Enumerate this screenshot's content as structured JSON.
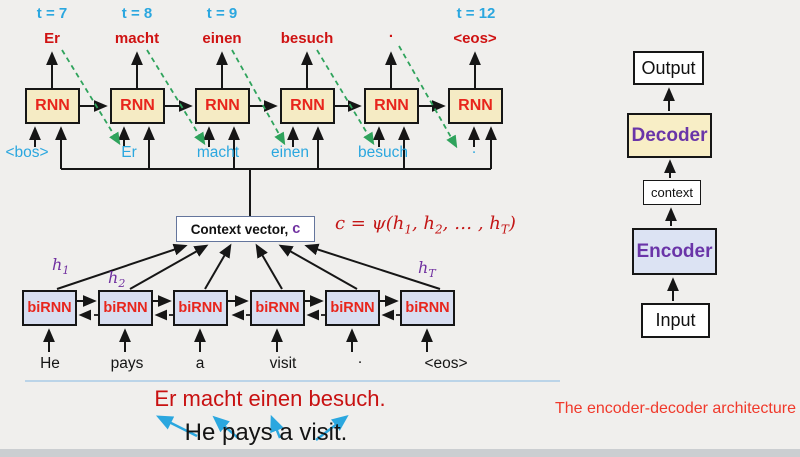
{
  "colors": {
    "background": "#f0efed",
    "blue_accent": "#2ba7df",
    "red_text": "#cf1212",
    "rnn_red": "#e8251c",
    "purple": "#7030a0",
    "green_dashed": "#2fa35c",
    "rnn_fill": "#f5ebc4",
    "birnn_fill": "#d8def0",
    "caption_red": "#f0392b"
  },
  "decoder": {
    "cells": [
      {
        "t": "t = 7",
        "output": "Er",
        "box": "RNN",
        "input": "<bos>"
      },
      {
        "t": "t = 8",
        "output": "macht",
        "box": "RNN",
        "input": "Er"
      },
      {
        "t": "t = 9",
        "output": "einen",
        "box": "RNN",
        "input": "macht"
      },
      {
        "t": "",
        "output": "besuch",
        "box": "RNN",
        "input": "einen"
      },
      {
        "t": "",
        "output": ".",
        "box": "RNN",
        "input": "besuch"
      },
      {
        "t": "t = 12",
        "output": "<eos>",
        "box": "RNN",
        "input": "."
      }
    ]
  },
  "context": {
    "label": "Context vector,",
    "symbol": "c",
    "formula": {
      "p1": "c = ψ(h",
      "s1": "1",
      "p2": ", h",
      "s2": "2",
      "p3": ", … , h",
      "s3": "T",
      "p4": ")"
    }
  },
  "encoder": {
    "hidden_labels": [
      {
        "base": "h",
        "sub": "1"
      },
      {
        "base": "h",
        "sub": "2"
      },
      {
        "base": "h",
        "sub": "T"
      }
    ],
    "cells": [
      {
        "box": "biRNN",
        "input": "He"
      },
      {
        "box": "biRNN",
        "input": "pays"
      },
      {
        "box": "biRNN",
        "input": "a"
      },
      {
        "box": "biRNN",
        "input": "visit"
      },
      {
        "box": "biRNN",
        "input": "."
      },
      {
        "box": "biRNN",
        "input": "<eos>"
      }
    ]
  },
  "sentences": {
    "german": "Er macht  einen besuch.",
    "english": "He pays a visit."
  },
  "caption": "The encoder-decoder architecture",
  "pipeline": {
    "output": "Output",
    "decoder": "Decoder",
    "context": "context",
    "encoder": "Encoder",
    "input": "Input"
  }
}
